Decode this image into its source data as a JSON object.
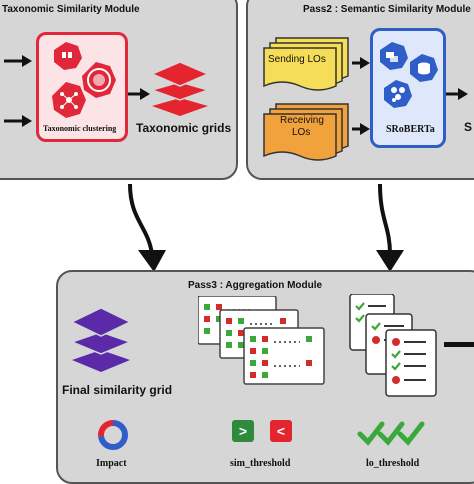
{
  "pass1": {
    "title": "Taxonomic Similarity Module",
    "clustering_label": "Taxonomic clustering",
    "grids_label": "Taxonomic grids"
  },
  "pass2": {
    "title": "Pass2 : Semantic Similarity Module",
    "sending_label": "Sending LOs",
    "receiving_label_line1": "Receiving",
    "receiving_label_line2": "LOs",
    "model_label": "SRoBERTa",
    "cutoff_glyph": "S"
  },
  "pass3": {
    "title": "Pass3 : Aggregation Module",
    "final_grid_label": "Final similarity grid",
    "impact_label": "Impact",
    "sim_threshold_label": "sim_threshold",
    "lo_threshold_label": "lo_threshold",
    "greater_glyph": ">",
    "less_glyph": "<"
  },
  "colors": {
    "module_bg": "#d6d6d6",
    "clustering_red": "#e0283a",
    "grid_red": "#e4242f",
    "doc_yellow": "#f6dd57",
    "doc_orange": "#f2a23d",
    "model_blue": "#2f5ec9",
    "final_purple": "#5a2aa8",
    "check_green": "#3aa83a",
    "cross_red": "#d62b2b"
  }
}
